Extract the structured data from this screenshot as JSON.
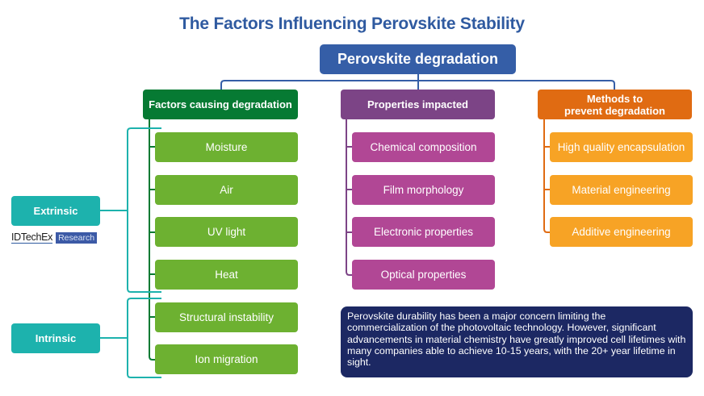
{
  "title": "The Factors Influencing Perovskite Stability",
  "root": {
    "label": "Perovskite degradation",
    "color": "#355ea7"
  },
  "columns": [
    {
      "header": "Factors causing degradation",
      "header_color": "#067a33",
      "item_color": "#6db131",
      "items": [
        "Moisture",
        "Air",
        "UV light",
        "Heat",
        "Structural instability",
        "Ion migration"
      ]
    },
    {
      "header": "Properties impacted",
      "header_color": "#7c4486",
      "item_color": "#b14795",
      "items": [
        "Chemical composition",
        "Film morphology",
        "Electronic properties",
        "Optical properties"
      ]
    },
    {
      "header_line1": "Methods to",
      "header_line2": "prevent degradation",
      "header_color": "#e06b12",
      "item_color": "#f7a325",
      "items": [
        "High quality encapsulation",
        "Material engineering",
        "Additive engineering"
      ]
    }
  ],
  "groups": [
    {
      "label": "Extrinsic",
      "covers": [
        "Moisture",
        "Air",
        "UV light",
        "Heat"
      ],
      "color": "#1db2ad"
    },
    {
      "label": "Intrinsic",
      "covers": [
        "Structural instability",
        "Ion migration"
      ],
      "color": "#1db2ad"
    }
  ],
  "logo": {
    "brand": "IDTechEx",
    "tag": "Research"
  },
  "note": "Perovskite durability has been a major concern limiting the commercialization of the photovoltaic technology. However, significant advancements in material chemistry have greatly improved cell lifetimes with many companies able to achieve 10-15 years, with the 20+ year lifetime in sight."
}
